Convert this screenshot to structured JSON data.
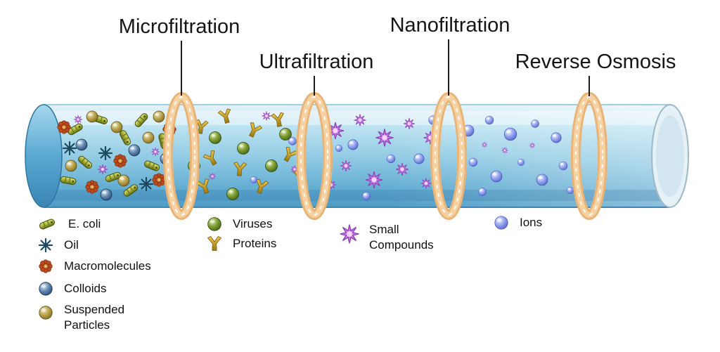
{
  "stages": [
    {
      "label": "Microfiltration"
    },
    {
      "label": "Ultrafiltration"
    },
    {
      "label": "Nanofiltration"
    },
    {
      "label": "Reverse Osmosis"
    }
  ],
  "legend": {
    "col1": [
      {
        "label": "E. coli"
      },
      {
        "label": "Oil"
      },
      {
        "label": "Macromolecules"
      },
      {
        "label": "Colloids"
      },
      {
        "label": "Suspended Particles"
      }
    ],
    "col2": [
      {
        "label": "Viruses"
      },
      {
        "label": "Proteins"
      }
    ],
    "col3": [
      {
        "label": "Small Compounds"
      }
    ],
    "col4": [
      {
        "label": "Ions"
      }
    ]
  },
  "colors": {
    "membrane_ring": "#e9b477",
    "tube_water_top": "#e4f3fa",
    "tube_water_bottom": "#4f9cc6",
    "ion": "#5a68d8",
    "virus": "#3f6a15",
    "protein": "#c9a227",
    "small_compound": "#c77be0",
    "macromolecule": "#bc4a1e",
    "colloid": "#1f4a7a",
    "suspended_particle": "#8a7428",
    "e_coli": "#8a9a2e",
    "oil": "#1d4a60"
  }
}
